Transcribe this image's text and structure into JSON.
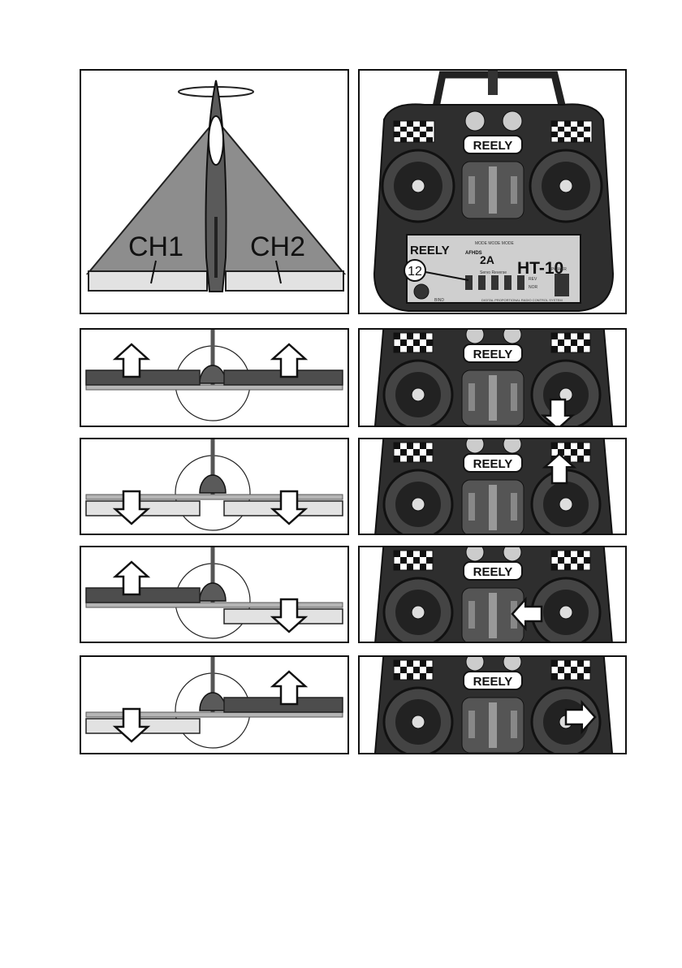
{
  "delta_figure": {
    "left_label": "CH1",
    "right_label": "CH2"
  },
  "transmitter": {
    "brand": "REELY",
    "model": "HT-10",
    "frequency_badge": "2A",
    "reference_number": "12",
    "servo_reverse_label": "Servo Reverse",
    "switch_labels": [
      "REV",
      "NOR"
    ],
    "power_label": "POWER",
    "bind_label": "BIND",
    "footer_text": "DIGITAL PROPORTIONAL RADIO CONTROL SYSTEM",
    "top_text": "MODE MODE MODE",
    "afhds_label": "AFHDS"
  },
  "rows": [
    {
      "left_elevon": "up",
      "right_elevon": "up",
      "stick_arrow": "down"
    },
    {
      "left_elevon": "down",
      "right_elevon": "down",
      "stick_arrow": "up"
    },
    {
      "left_elevon": "up",
      "right_elevon": "down",
      "stick_arrow": "left"
    },
    {
      "left_elevon": "down",
      "right_elevon": "up",
      "stick_arrow": "right"
    }
  ],
  "colors": {
    "dark_surface": "#4d4d4d",
    "light_surface": "#e2e2e2",
    "wing_gray": "#8a8a8a",
    "fuselage": "#555555",
    "transmitter_body": "#2e2e2e"
  }
}
